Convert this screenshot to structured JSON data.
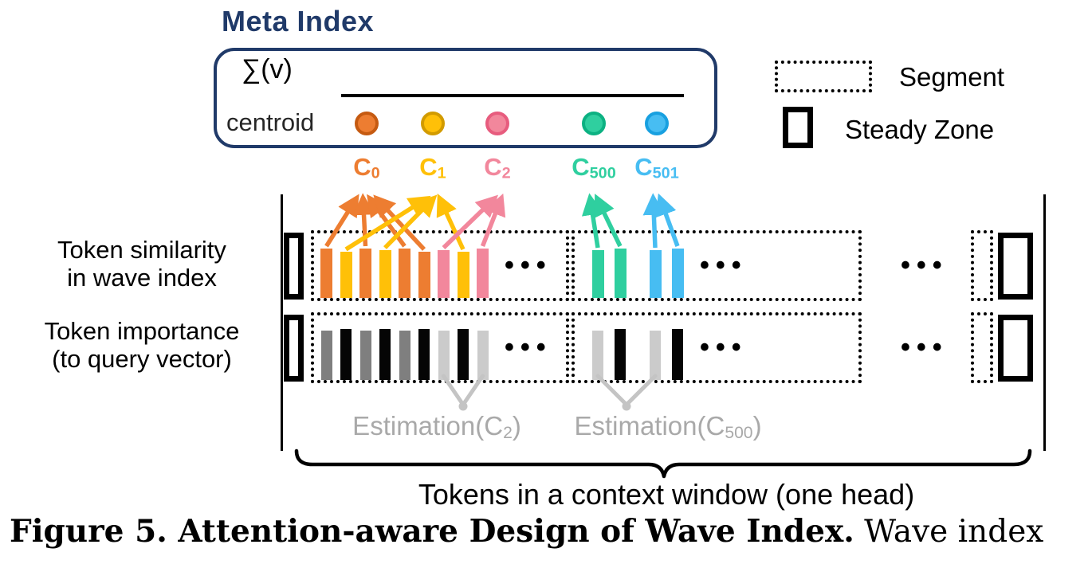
{
  "ellipsis": "•••",
  "meta_index": {
    "title": "Meta Index",
    "numerator": "∑(v)",
    "denominator_label": "centroid"
  },
  "legend": {
    "segment": "Segment",
    "steady_zone": "Steady Zone"
  },
  "palette": {
    "navy": "#203A69",
    "orange": "#ED7D31",
    "orange_dark": "#C55A11",
    "yellow": "#FFC008",
    "yellow_dark": "#D29B00",
    "pink": "#F2879C",
    "pink_dark": "#E75C7E",
    "green": "#2FCF9F",
    "green_dark": "#0CB182",
    "cyan": "#47BDF2",
    "cyan_dark": "#18A0E0",
    "bar_gray": "#7F7F7F",
    "bar_black": "#050505",
    "bar_light": "#CBCBCB",
    "estimation": "#A9A9A9",
    "connector": "#C4C4C4"
  },
  "centroids": [
    {
      "base": "C",
      "sub": "0",
      "color": "orange"
    },
    {
      "base": "C",
      "sub": "1",
      "color": "yellow"
    },
    {
      "base": "C",
      "sub": "2",
      "color": "pink"
    },
    {
      "base": "C",
      "sub": "500",
      "color": "green"
    },
    {
      "base": "C",
      "sub": "501",
      "color": "cyan"
    }
  ],
  "similarity_row": {
    "label_line1": "Token similarity",
    "label_line2": "in wave index",
    "segment1_bars": [
      {
        "color": "orange",
        "centroid": 0,
        "h": 62
      },
      {
        "color": "yellow",
        "centroid": 1,
        "h": 58
      },
      {
        "color": "orange",
        "centroid": 0,
        "h": 62
      },
      {
        "color": "yellow",
        "centroid": 1,
        "h": 60
      },
      {
        "color": "orange",
        "centroid": 0,
        "h": 62
      },
      {
        "color": "orange",
        "centroid": 0,
        "h": 58
      },
      {
        "color": "pink",
        "centroid": 2,
        "h": 60
      },
      {
        "color": "yellow",
        "centroid": 1,
        "h": 58
      },
      {
        "color": "pink",
        "centroid": 2,
        "h": 62
      }
    ],
    "segment2_bars": [
      {
        "color": "green",
        "centroid": 3,
        "h": 60
      },
      {
        "color": "green",
        "centroid": 3,
        "h": 62
      },
      {
        "color": "cyan",
        "centroid": 4,
        "h": 60
      },
      {
        "color": "cyan",
        "centroid": 4,
        "h": 62
      }
    ]
  },
  "importance_row": {
    "label_line1": "Token importance",
    "label_line2": "(to query vector)",
    "segment1_bars": [
      {
        "color": "bar_gray",
        "h": 62
      },
      {
        "color": "bar_black",
        "h": 64
      },
      {
        "color": "bar_gray",
        "h": 62
      },
      {
        "color": "bar_black",
        "h": 64
      },
      {
        "color": "bar_gray",
        "h": 62
      },
      {
        "color": "bar_black",
        "h": 64
      },
      {
        "color": "bar_light",
        "h": 62,
        "estimation": 0
      },
      {
        "color": "bar_black",
        "h": 64
      },
      {
        "color": "bar_light",
        "h": 62,
        "estimation": 0
      }
    ],
    "segment2_bars": [
      {
        "color": "bar_light",
        "h": 62,
        "estimation": 1
      },
      {
        "color": "bar_black",
        "h": 64
      },
      {
        "color": "bar_light",
        "h": 62,
        "estimation": 1
      },
      {
        "color": "bar_black",
        "h": 64
      }
    ]
  },
  "estimations": [
    {
      "prefix": "Estimation(C",
      "sub": "2",
      "suffix": ")"
    },
    {
      "prefix": "Estimation(C",
      "sub": "500",
      "suffix": ")"
    }
  ],
  "brace_label": "Tokens in a context window (one head)",
  "caption": {
    "bold": "Figure 5. Attention-aware Design of Wave Index.",
    "normal": " Wave index"
  }
}
